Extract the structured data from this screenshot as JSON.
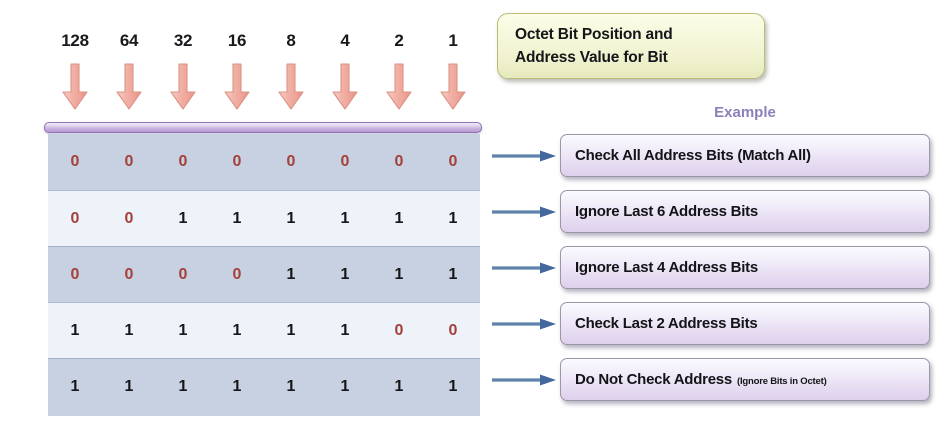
{
  "title_box": {
    "line1": "Octet Bit Position and",
    "line2": "Address Value for Bit"
  },
  "example_header": "Example",
  "bit_table": {
    "headers": [
      "128",
      "64",
      "32",
      "16",
      "8",
      "4",
      "2",
      "1"
    ],
    "rows": [
      {
        "bits": [
          "0",
          "0",
          "0",
          "0",
          "0",
          "0",
          "0",
          "0"
        ]
      },
      {
        "bits": [
          "0",
          "0",
          "1",
          "1",
          "1",
          "1",
          "1",
          "1"
        ]
      },
      {
        "bits": [
          "0",
          "0",
          "0",
          "0",
          "1",
          "1",
          "1",
          "1"
        ]
      },
      {
        "bits": [
          "1",
          "1",
          "1",
          "1",
          "1",
          "1",
          "0",
          "0"
        ]
      },
      {
        "bits": [
          "1",
          "1",
          "1",
          "1",
          "1",
          "1",
          "1",
          "1"
        ]
      }
    ]
  },
  "examples": [
    {
      "label": "Check All Address Bits (Match All)",
      "sub": ""
    },
    {
      "label": "Ignore Last 6 Address Bits",
      "sub": ""
    },
    {
      "label": "Ignore Last 4 Address Bits",
      "sub": ""
    },
    {
      "label": "Check Last 2 Address Bits",
      "sub": ""
    },
    {
      "label": "Do Not Check Address",
      "sub": "(Ignore Bits in Octet)"
    }
  ],
  "colors": {
    "bit_zero": "#a3413a",
    "bit_one": "#16161a",
    "example_header": "#8d7fb8",
    "arrow_down": "#f0a79c",
    "connector_arrow": "#5b7fa8",
    "lavender_bar": "#c9b3e0",
    "title_box_bg": "#f4f6d8",
    "example_box_bg": "#e6dcf2",
    "row_dark": "#c8d1e1",
    "row_light": "#eef2f9"
  }
}
